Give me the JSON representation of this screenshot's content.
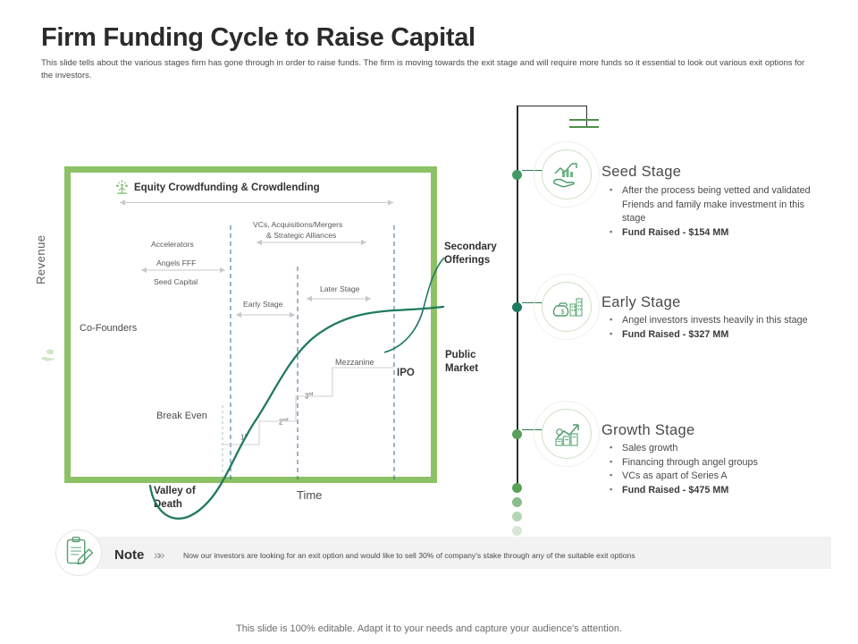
{
  "header": {
    "title": "Firm Funding Cycle to Raise Capital",
    "subtitle": "This slide tells about the various stages firm has gone through in order to raise funds. The firm is moving towards the exit stage and will require more funds so it essential to look out various exit options for the investors."
  },
  "chart_data": {
    "type": "line",
    "title": "Equity Crowdfunding & Crowdlending",
    "xlabel": "Time",
    "ylabel": "Revenue",
    "annotations": [
      "VCs, Acquisitions/Mergers",
      "& Strategic Alliances",
      "Accelerators",
      "Angels FFF",
      "Seed Capital",
      "Early Stage",
      "Later Stage",
      "Co-Founders",
      "Break Even",
      "Mezzanine",
      "IPO",
      "Valley of Death",
      "Secondary Offerings",
      "Public Market"
    ],
    "rounds": [
      "1st",
      "2nd",
      "3rd"
    ],
    "curve_description": "J-curve: dips below zero (Valley of Death) then rises steeply through rounds to plateau after IPO"
  },
  "chart": {
    "crowdfunding_label": "Equity Crowdfunding & Crowdlending",
    "y_axis_label": "Revenue",
    "x_axis_label": "Time",
    "vcs_line1": "VCs, Acquisitions/Mergers",
    "vcs_line2": "& Strategic Alliances",
    "accelerators": "Accelerators",
    "angels": "Angels FFF",
    "seed_capital": "Seed Capital",
    "early_stage": "Early Stage",
    "later_stage": "Later Stage",
    "co_founders": "Co-Founders",
    "break_even": "Break Even",
    "mezzanine": "Mezzanine",
    "ipo": "IPO",
    "round_1": "1",
    "round_1_sup": "st",
    "round_2": "2",
    "round_2_sup": "nd",
    "round_3": "3",
    "round_3_sup": "rd",
    "valley_line1": "Valley of",
    "valley_line2": "Death",
    "secondary_line1": "Secondary",
    "secondary_line2": "Offerings",
    "public_line1": "Public",
    "public_line2": "Market"
  },
  "stages": [
    {
      "title": "Seed Stage",
      "icon": "hand-holding-growth-chart-icon",
      "bullets": [
        {
          "text": "After the process being vetted and validated Friends and family make investment in this stage",
          "bold": false
        },
        {
          "text": "Fund Raised - $154 MM",
          "bold": true
        }
      ]
    },
    {
      "title": "Early Stage",
      "icon": "money-bag-buildings-icon",
      "bullets": [
        {
          "text": "Angel investors invests heavily in this stage",
          "bold": false
        },
        {
          "text": "Fund Raised - $327 MM",
          "bold": true
        }
      ]
    },
    {
      "title": "Growth Stage",
      "icon": "growth-bar-chart-arrow-icon",
      "bullets": [
        {
          "text": "Sales growth",
          "bold": false
        },
        {
          "text": "Financing through angel groups",
          "bold": false
        },
        {
          "text": "VCs as apart of Series A",
          "bold": false
        },
        {
          "text": "Fund Raised - $475 MM",
          "bold": true
        }
      ]
    }
  ],
  "note": {
    "label": "Note",
    "chevron": "»",
    "icon": "clipboard-pencil-icon",
    "text": "Now our investors are looking for an exit option and would like to sell 30% of company's stake through any of the suitable exit options"
  },
  "footer": {
    "text": "This slide is 100% editable. Adapt it to your needs and capture your audience's attention."
  },
  "colors": {
    "green_frame": "#8cc265",
    "curve": "#1f7a5f",
    "timeline": "#2d2d2d",
    "node": "#3f9b63",
    "note_bg": "#f2f2f2"
  }
}
